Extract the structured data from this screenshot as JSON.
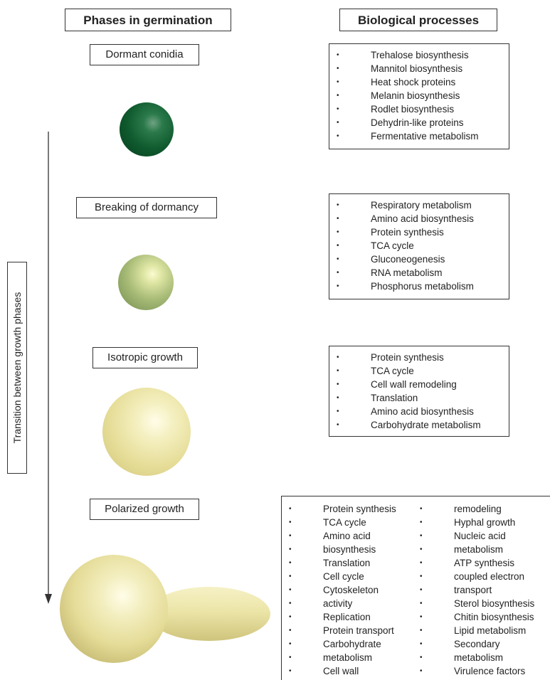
{
  "headers": {
    "phases": "Phases in germination",
    "processes": "Biological processes"
  },
  "side_label": "Transition between growth phases",
  "stages": [
    {
      "name": "Dormant conidia",
      "processes": [
        "Trehalose biosynthesis",
        "Mannitol biosynthesis",
        "Heat shock proteins",
        "Melanin biosynthesis",
        "Rodlet biosynthesis",
        "Dehydrin-like proteins",
        "Fermentative metabolism"
      ]
    },
    {
      "name": "Breaking of dormancy",
      "processes": [
        "Respiratory metabolism",
        "Amino acid biosynthesis",
        "Protein synthesis",
        "TCA cycle",
        "Gluconeogenesis",
        "RNA metabolism",
        "Phosphorus metabolism"
      ]
    },
    {
      "name": "Isotropic growth",
      "processes": [
        "Protein synthesis",
        "TCA cycle",
        "Cell wall remodeling",
        "Translation",
        "Amino acid biosynthesis",
        "Carbohydrate metabolism"
      ]
    },
    {
      "name": "Polarized growth",
      "col1": [
        {
          "text": "Protein synthesis",
          "bullet": true
        },
        {
          "text": "TCA cycle",
          "bullet": true
        },
        {
          "text": "Amino acid",
          "bullet": true
        },
        {
          "text": "biosynthesis",
          "bullet": false
        },
        {
          "text": "Translation",
          "bullet": true
        },
        {
          "text": "Cell cycle",
          "bullet": true
        },
        {
          "text": "Cytoskeleton",
          "bullet": true
        },
        {
          "text": "activity",
          "bullet": false
        },
        {
          "text": "Replication",
          "bullet": true
        },
        {
          "text": "Protein transport",
          "bullet": true
        },
        {
          "text": "Carbohydrate",
          "bullet": true
        },
        {
          "text": "metabolism",
          "bullet": false
        },
        {
          "text": "Cell wall",
          "bullet": true
        }
      ],
      "col2": [
        {
          "text": "remodeling",
          "bullet": false
        },
        {
          "text": "Hyphal growth",
          "bullet": true
        },
        {
          "text": "Nucleic acid",
          "bullet": true
        },
        {
          "text": "metabolism",
          "bullet": false
        },
        {
          "text": "ATP synthesis",
          "bullet": true
        },
        {
          "text": "coupled electron",
          "bullet": false
        },
        {
          "text": "transport",
          "bullet": false
        },
        {
          "text": "Sterol biosynthesis",
          "bullet": true
        },
        {
          "text": "Chitin biosynthesis",
          "bullet": true
        },
        {
          "text": "Lipid metabolism",
          "bullet": true
        },
        {
          "text": "Secondary",
          "bullet": true
        },
        {
          "text": "metabolism",
          "bullet": false
        },
        {
          "text": "Virulence factors",
          "bullet": true
        }
      ]
    }
  ],
  "colors": {
    "dormant": "#0f5a2e",
    "breaking": "#9bb06a",
    "isotropic": "#e9e2a0",
    "polarized": "#ece6a8"
  }
}
